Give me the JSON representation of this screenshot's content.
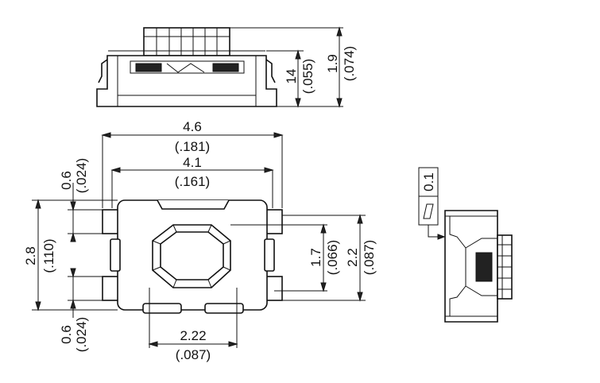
{
  "dimensions": {
    "top_height_inner": "14",
    "top_height_inner_in": "(.055)",
    "top_height_total": "1.9",
    "top_height_total_in": "(.074)",
    "width_overall": "4.6",
    "width_overall_in": "(.181)",
    "width_body": "4.1",
    "width_body_in": "(.161)",
    "terminal_width_top": "0.6",
    "terminal_width_top_in": "(.024)",
    "height_body": "2.8",
    "height_body_in": "(.110)",
    "terminal_width_bottom": "0.6",
    "terminal_width_bottom_in": "(.024)",
    "pad_pitch": "1.7",
    "pad_pitch_in": "(.066)",
    "height_overall": "2.2",
    "height_overall_in": "(.087)",
    "actuator_width": "2.22",
    "actuator_width_in": "(.087)"
  },
  "tolerance": {
    "value": "0.1"
  }
}
